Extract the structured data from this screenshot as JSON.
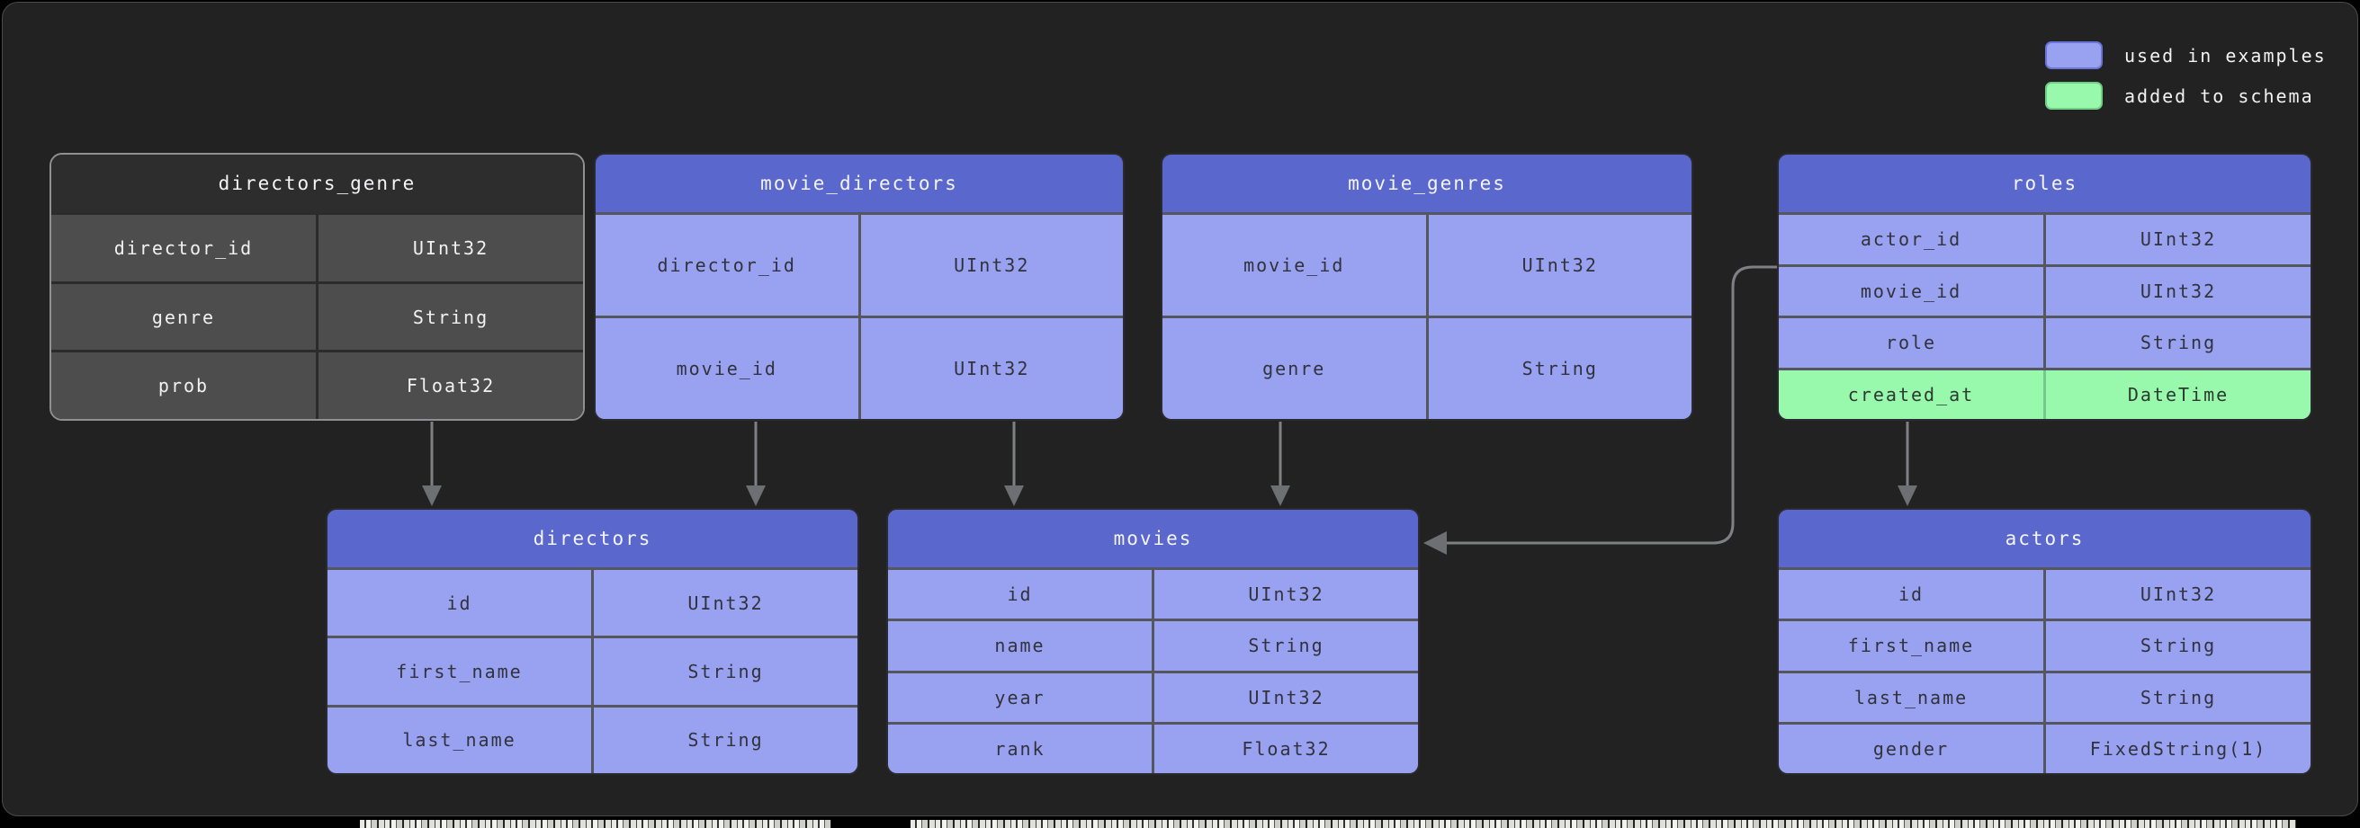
{
  "legend": {
    "items": [
      {
        "label": "used in examples",
        "swatch": "blue",
        "color": "#98a2f1"
      },
      {
        "label": "added to schema",
        "swatch": "green",
        "color": "#98f8ab"
      }
    ]
  },
  "tables": [
    {
      "name": "directors_genre",
      "variant": "plain",
      "rows": [
        {
          "field": "director_id",
          "type": "UInt32"
        },
        {
          "field": "genre",
          "type": "String"
        },
        {
          "field": "prob",
          "type": "Float32"
        }
      ]
    },
    {
      "name": "movie_directors",
      "variant": "blue",
      "rows": [
        {
          "field": "director_id",
          "type": "UInt32"
        },
        {
          "field": "movie_id",
          "type": "UInt32"
        }
      ]
    },
    {
      "name": "movie_genres",
      "variant": "blue",
      "rows": [
        {
          "field": "movie_id",
          "type": "UInt32"
        },
        {
          "field": "genre",
          "type": "String"
        }
      ]
    },
    {
      "name": "roles",
      "variant": "blue",
      "rows": [
        {
          "field": "actor_id",
          "type": "UInt32"
        },
        {
          "field": "movie_id",
          "type": "UInt32"
        },
        {
          "field": "role",
          "type": "String"
        },
        {
          "field": "created_at",
          "type": "DateTime",
          "highlight": "added-to-schema"
        }
      ]
    },
    {
      "name": "directors",
      "variant": "blue",
      "rows": [
        {
          "field": "id",
          "type": "UInt32"
        },
        {
          "field": "first_name",
          "type": "String"
        },
        {
          "field": "last_name",
          "type": "String"
        }
      ]
    },
    {
      "name": "movies",
      "variant": "blue",
      "rows": [
        {
          "field": "id",
          "type": "UInt32"
        },
        {
          "field": "name",
          "type": "String"
        },
        {
          "field": "year",
          "type": "UInt32"
        },
        {
          "field": "rank",
          "type": "Float32"
        }
      ]
    },
    {
      "name": "actors",
      "variant": "blue",
      "rows": [
        {
          "field": "id",
          "type": "UInt32"
        },
        {
          "field": "first_name",
          "type": "String"
        },
        {
          "field": "last_name",
          "type": "String"
        },
        {
          "field": "gender",
          "type": "FixedString(1)"
        }
      ]
    }
  ],
  "relationships": [
    {
      "from": "directors_genre",
      "to": "directors"
    },
    {
      "from": "movie_directors",
      "to": "directors"
    },
    {
      "from": "movie_directors",
      "to": "movies"
    },
    {
      "from": "movie_genres",
      "to": "movies"
    },
    {
      "from": "roles",
      "to": "movies"
    },
    {
      "from": "roles",
      "to": "actors"
    }
  ],
  "colors": {
    "background": "#010101",
    "panel": "#222222",
    "header_blue": "#5a68ce",
    "row_blue": "#98a2f1",
    "row_green": "#98f8ab",
    "plain_header": "#2d2d2d",
    "plain_row": "#4d4d4d",
    "arrow": "#7f8084"
  }
}
